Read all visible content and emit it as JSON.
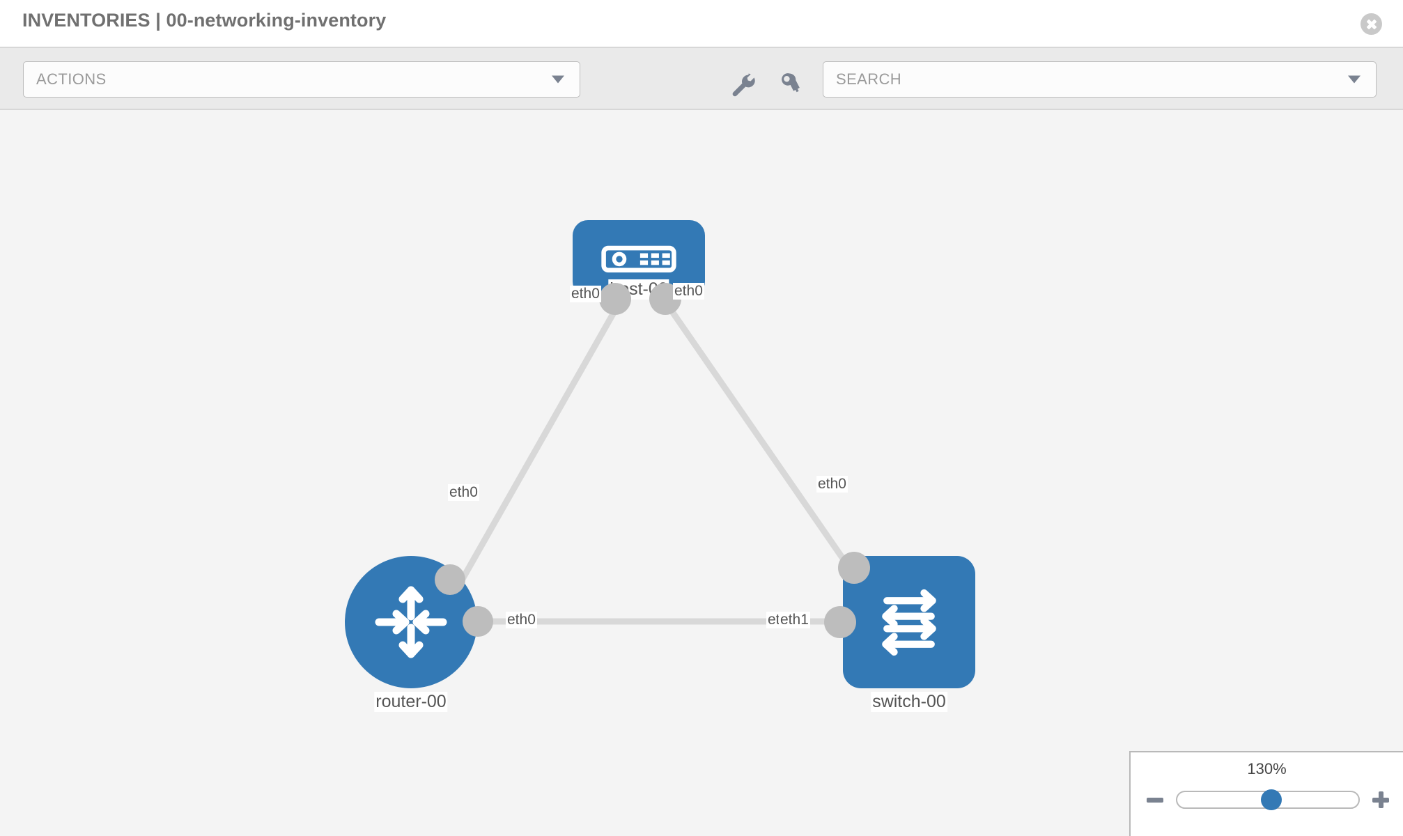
{
  "header": {
    "title": "INVENTORIES | 00-networking-inventory",
    "close_icon": "close-circle-icon"
  },
  "toolbar": {
    "actions": {
      "label": "ACTIONS",
      "caret_icon": "chevron-down-icon"
    },
    "search": {
      "placeholder": "SEARCH",
      "caret_icon": "chevron-down-icon"
    },
    "icons": [
      {
        "name": "wrench-icon",
        "title": "wrench"
      },
      {
        "name": "key-icon",
        "title": "key"
      }
    ]
  },
  "topology": {
    "nodes": [
      {
        "id": "host-00",
        "label": "host-00",
        "type": "host",
        "icon": "server-icon",
        "color": "#3379b5"
      },
      {
        "id": "router-00",
        "label": "router-00",
        "type": "router",
        "icon": "router-icon",
        "color": "#3379b5"
      },
      {
        "id": "switch-00",
        "label": "switch-00",
        "type": "switch",
        "icon": "switch-icon",
        "color": "#3379b5"
      }
    ],
    "links": [
      {
        "from": "host-00",
        "from_iface": "eth0",
        "to": "router-00",
        "to_iface": "eth0"
      },
      {
        "from": "host-00",
        "from_iface": "eth0",
        "to": "switch-00",
        "to_iface": "eth0"
      },
      {
        "from": "router-00",
        "from_iface": "eth0",
        "to": "switch-00",
        "to_iface": "eth1"
      }
    ],
    "iface_labels": {
      "host_left": "eth0",
      "host_right": "eth0",
      "router_up": "eth0",
      "switch_up": "eth0",
      "router_right": "eth0",
      "switch_left_a": "eth",
      "switch_left_b": "eth1"
    },
    "link_color": "#d8d8d8",
    "nub_color": "#bdbdbd"
  },
  "zoom_control": {
    "value_label": "130%",
    "minus_label": "zoom-out",
    "plus_label": "zoom-in",
    "thumb_position_percent": 52
  }
}
